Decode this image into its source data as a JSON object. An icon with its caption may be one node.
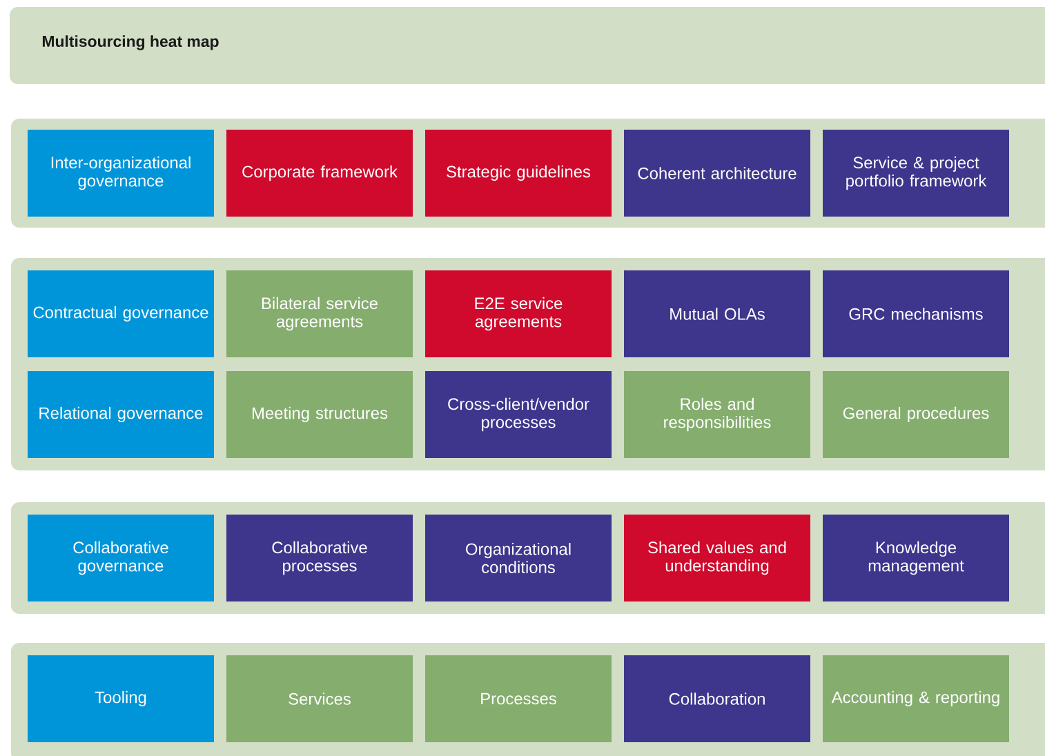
{
  "diagram": {
    "title": "Multisourcing heat map",
    "nodes": [
      {
        "text": [],
        "shape": "band"
      },
      {
        "text": [
          "Inter-organizational governance"
        ],
        "in": 0
      },
      {
        "text": [
          "Corporate framework"
        ],
        "in": 0
      },
      {
        "text": [
          "Strategic guidelines"
        ],
        "in": 0
      },
      {
        "text": [
          "Coherent architecture"
        ],
        "in": 0
      },
      {
        "text": [
          "Service & project portfolio framework"
        ],
        "in": 0
      },
      {
        "text": [],
        "shape": "band"
      },
      {
        "text": [
          "Contractual governance"
        ],
        "in": 6
      },
      {
        "text": [
          "Bilateral service agreements"
        ],
        "in": 6
      },
      {
        "text": [
          "E2E service agreements"
        ],
        "in": 6
      },
      {
        "text": [
          "Mutual OLAs"
        ],
        "in": 6
      },
      {
        "text": [
          "GRC mechanisms"
        ],
        "in": 6
      },
      {
        "text": [
          "Relational governance"
        ],
        "in": 6
      },
      {
        "text": [
          "Meeting structures"
        ],
        "in": 6
      },
      {
        "text": [
          "Cross-client/vendor processes"
        ],
        "in": 6
      },
      {
        "text": [
          "Roles and responsibilities"
        ],
        "in": 6
      },
      {
        "text": [
          "General procedures"
        ],
        "in": 6
      },
      {
        "text": [],
        "shape": "band"
      },
      {
        "text": [
          "Collaborative governance"
        ],
        "in": 17
      },
      {
        "text": [
          "Collaborative processes"
        ],
        "in": 17
      },
      {
        "text": [
          "Organizational conditions"
        ],
        "in": 17
      },
      {
        "text": [
          "Shared values and understanding"
        ],
        "in": 17
      },
      {
        "text": [
          "Knowledge management"
        ],
        "in": 17
      },
      {
        "text": [],
        "shape": "band"
      },
      {
        "text": [
          "Tooling"
        ],
        "in": 23
      },
      {
        "text": [
          "Services"
        ],
        "in": 23
      },
      {
        "text": [
          "Processes"
        ],
        "in": 23
      },
      {
        "text": [
          "Collaboration"
        ],
        "in": 23
      },
      {
        "text": [
          "Accounting & reporting"
        ],
        "in": 23
      }
    ]
  }
}
